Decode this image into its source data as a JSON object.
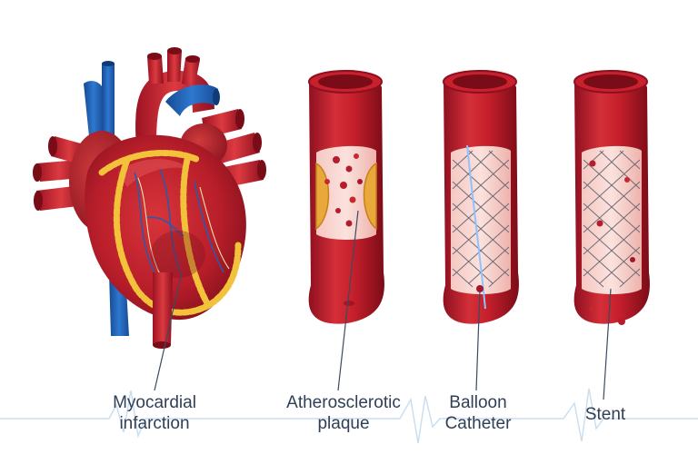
{
  "labels": {
    "myocardial": [
      "Myocardial",
      "infarction"
    ],
    "atherosclerotic": [
      "Atherosclerotic",
      "plaque"
    ],
    "balloon": [
      "Balloon",
      "Catheter"
    ],
    "stent": [
      "Stent"
    ]
  },
  "colors": {
    "artery_dark": "#8e1020",
    "artery_mid": "#c8202c",
    "artery_light": "#e8575c",
    "vein_blue": "#1f5fb5",
    "fat_yellow": "#f2c23a",
    "plaque": "#e9a93a",
    "pointer_line": "#3b4a63",
    "ecg_line": "#c9ddf0",
    "label_text": "#2f3f55"
  }
}
